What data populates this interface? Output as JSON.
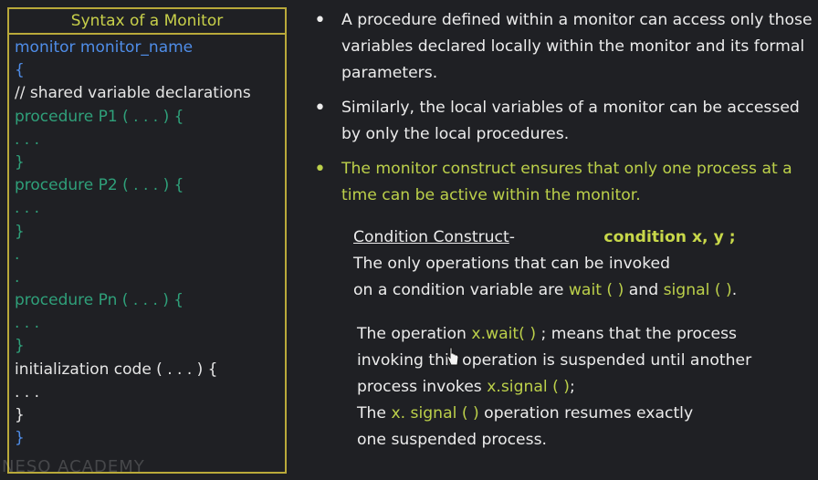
{
  "monitor_box": {
    "title": "Syntax of a Monitor",
    "lines": [
      {
        "text": "monitor monitor_name",
        "color": "blue"
      },
      {
        "text": "{",
        "color": "blue"
      },
      {
        "text": "// shared variable declarations",
        "color": "white"
      },
      {
        "text": "procedure P1 ( . . . ) {",
        "color": "green"
      },
      {
        "text": ". . .",
        "color": "green"
      },
      {
        "text": "}",
        "color": "green"
      },
      {
        "text": "procedure P2 ( . . . ) {",
        "color": "green"
      },
      {
        "text": ". . .",
        "color": "green"
      },
      {
        "text": "}",
        "color": "green"
      },
      {
        "text": ".",
        "color": "green"
      },
      {
        "text": ".",
        "color": "green"
      },
      {
        "text": "procedure Pn ( . . . ) {",
        "color": "green"
      },
      {
        "text": ". . .",
        "color": "green"
      },
      {
        "text": "}",
        "color": "green"
      },
      {
        "text": "initialization code ( . . . ) {",
        "color": "white"
      },
      {
        "text": ". . .",
        "color": "white"
      },
      {
        "text": "}",
        "color": "white"
      },
      {
        "text": "}",
        "color": "blue"
      }
    ]
  },
  "bullets": [
    {
      "text": "A procedure defined within a monitor can access only those variables declared locally within the monitor and its formal parameters.",
      "highlight": false
    },
    {
      "text": "Similarly, the local variables of a monitor can be accessed by only the local procedures.",
      "highlight": false
    },
    {
      "text": "The monitor construct ensures that only one process at a time can be active within the monitor.",
      "highlight": true
    }
  ],
  "condition": {
    "heading": "Condition Construct",
    "dash": "-",
    "declaration": "condition x,  y ;",
    "line2": "The only operations that can be invoked",
    "line3_prefix": "on a condition variable are ",
    "wait_kw": "wait ( )",
    "and_word": " and ",
    "signal_kw": "signal ( )",
    "period": "."
  },
  "operation": {
    "l1_prefix": "The operation ",
    "l1_kw": "x.wait( )",
    "l1_suffix": " ; means that the process",
    "l2": "invoking this operation  is suspended until another",
    "l3_prefix": "process invokes ",
    "l3_kw": "x.signal ( )",
    "l3_suffix": ";",
    "l4_prefix": "The ",
    "l4_kw": "x. signal ( )",
    "l4_suffix": " operation resumes exactly",
    "l5": "one suspended process."
  },
  "watermark": "NESO ACADEMY",
  "colors": {
    "border": "#b9a93a",
    "blue": "#4f8de8",
    "green": "#2fa07a",
    "yellow": "#bcd04a",
    "background": "#1f2024"
  }
}
